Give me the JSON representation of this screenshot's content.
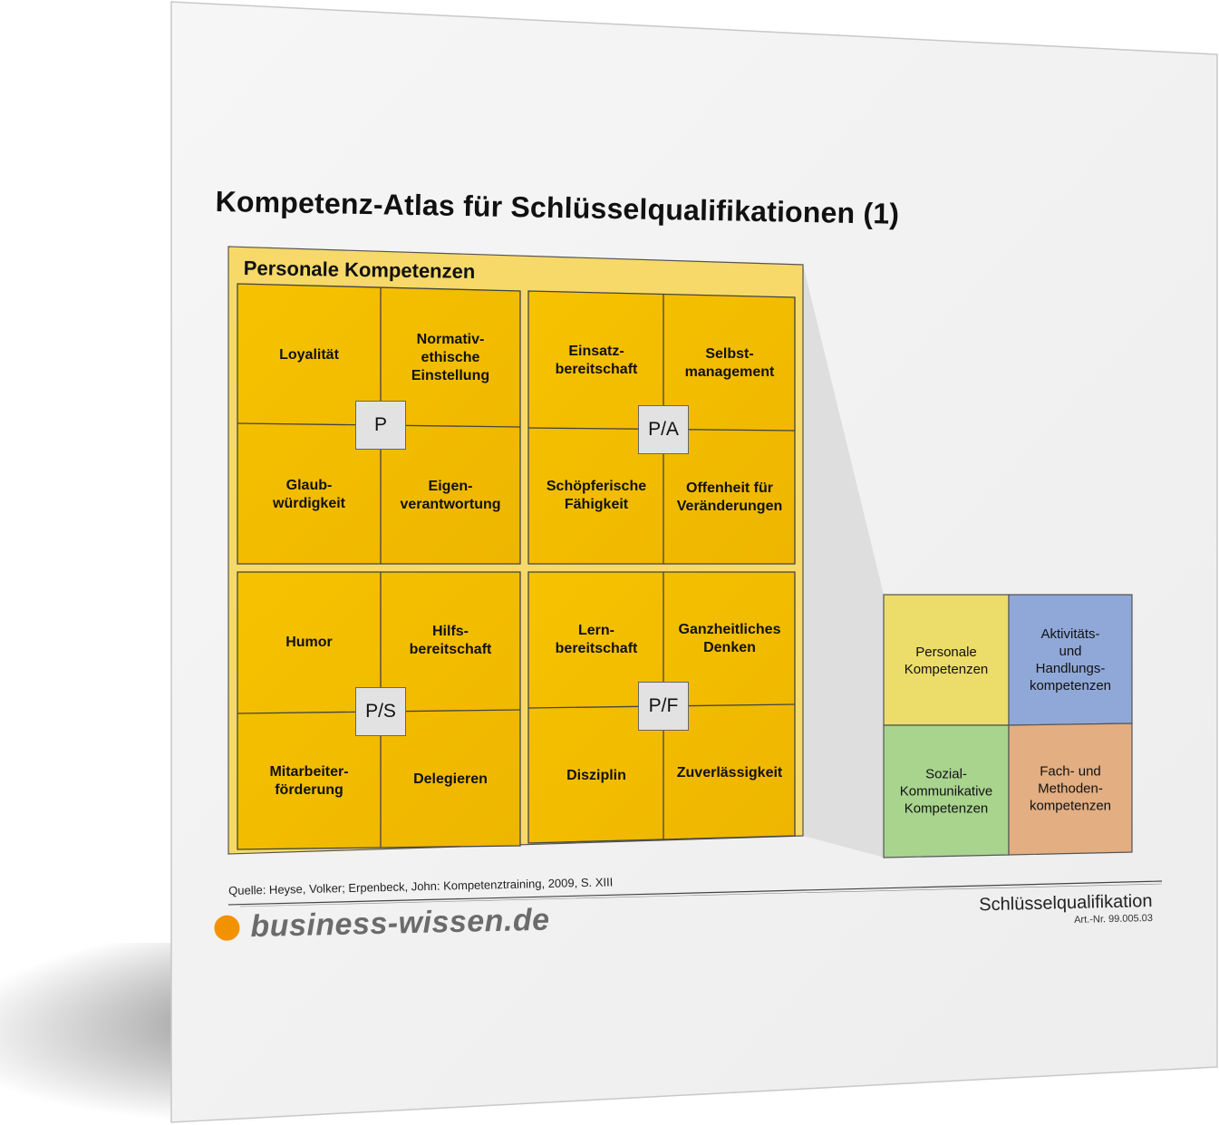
{
  "title": "Kompetenz-Atlas für Schlüsselqualifikationen (1)",
  "section_title": "Personale Kompetenzen",
  "quadrants": [
    {
      "centre": "P",
      "cells": [
        "Loyalität",
        "Normativ-\nethische\nEinstellung",
        "Glaub-\nwürdigkeit",
        "Eigen-\nverantwortung"
      ]
    },
    {
      "centre": "P/A",
      "cells": [
        "Einsatz-\nbereitschaft",
        "Selbst-\nmanagement",
        "Schöpferische\nFähigkeit",
        "Offenheit für\nVeränderungen"
      ]
    },
    {
      "centre": "P/S",
      "cells": [
        "Humor",
        "Hilfs-\nbereitschaft",
        "Mitarbeiter-\nförderung",
        "Delegieren"
      ]
    },
    {
      "centre": "P/F",
      "cells": [
        "Lern-\nbereitschaft",
        "Ganzheitliches\nDenken",
        "Disziplin",
        "Zuverlässigkeit"
      ]
    }
  ],
  "legend": [
    {
      "label": "Personale\nKompetenzen",
      "color": "#ecdc6a"
    },
    {
      "label": "Aktivitäts-\nund\nHandlungs-\nkompetenzen",
      "color": "#8fa8d8"
    },
    {
      "label": "Sozial-\nKommunikative\nKompetenzen",
      "color": "#a8d48e"
    },
    {
      "label": "Fach- und\nMethoden-\nkompetenzen",
      "color": "#e2ae82"
    }
  ],
  "colors": {
    "section_bg": "#f7d96a",
    "cell_fill": "#f4bd00",
    "brand_orange": "#f39200"
  },
  "footer": {
    "source": "Quelle: Heyse, Volker; Erpenbeck, John: Kompetenztraining, 2009, S. XIII",
    "logo_text": "business-wissen.de",
    "category": "Schlüsselqualifikation",
    "art_nr": "Art.-Nr. 99.005.03"
  }
}
